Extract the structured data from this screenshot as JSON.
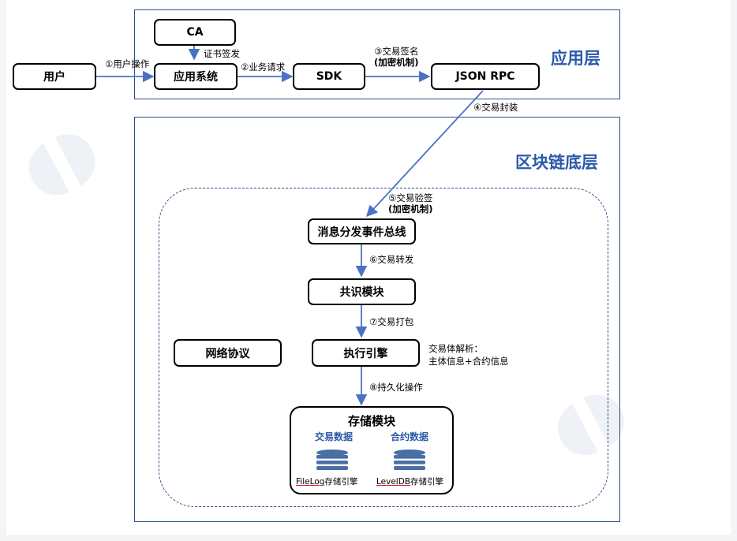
{
  "layers": {
    "application": {
      "title": "应用层"
    },
    "blockchain": {
      "title": "区块链底层"
    }
  },
  "nodes": {
    "ca": "CA",
    "user": "用户",
    "app_system": "应用系统",
    "sdk": "SDK",
    "json_rpc": "JSON RPC",
    "message_bus": "消息分发事件总线",
    "consensus": "共识模块",
    "execution": "执行引擎",
    "network": "网络协议",
    "storage": "存储模块"
  },
  "edges": {
    "cert_issue": "证书签发",
    "user_op": "①用户操作",
    "biz_request": "②业务请求",
    "tx_sign": "③交易签名",
    "tx_sign_note": "(加密机制)",
    "tx_package": "④交易封装",
    "tx_verify": "⑤交易验签",
    "tx_verify_note": "(加密机制)",
    "tx_forward": "⑥交易转发",
    "tx_pack": "⑦交易打包",
    "persist": "⑧持久化操作"
  },
  "execution_note": {
    "line1": "交易体解析：",
    "line2": "主体信息+合约信息"
  },
  "storage_detail": {
    "tx_data": "交易数据",
    "contract_data": "合约数据",
    "filelog_prefix": "FileLog",
    "filelog_suffix": "存储引擎",
    "leveldb_prefix": "LevelDB",
    "leveldb_suffix": "存储引擎"
  },
  "colors": {
    "layer_border": "#2f4f86",
    "layer_title": "#2b5aa8",
    "arrow": "#4a72c4",
    "db_icon": "#4a6fa5"
  }
}
